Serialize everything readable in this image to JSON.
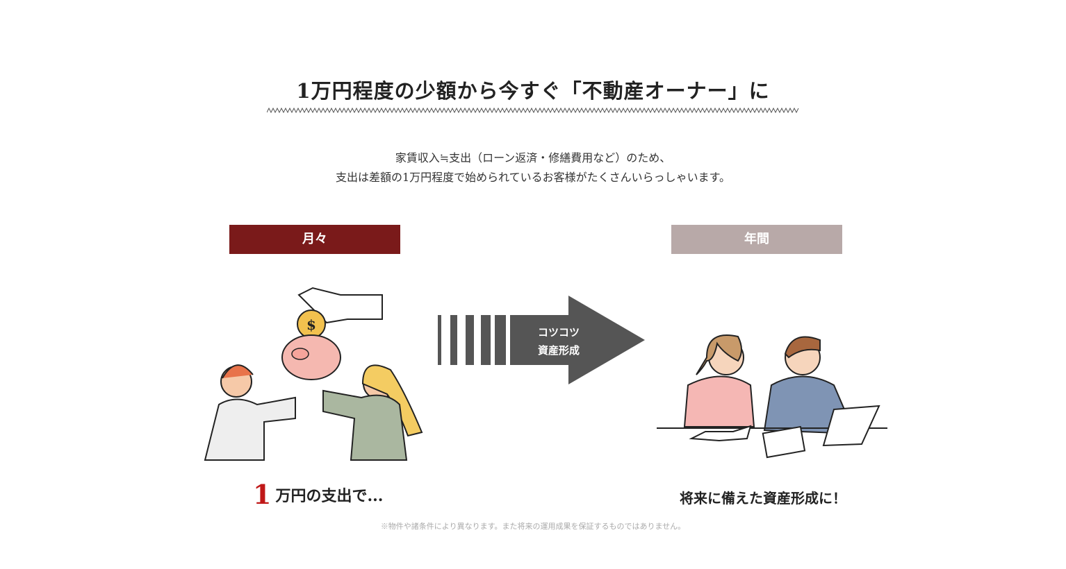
{
  "heading": "1万円程度の少額から今すぐ「不動産オーナー」に",
  "lead": [
    "家賃収入≒支出（ローン返済・修繕費用など）のため、",
    "支出は差額の1万円程度で始められているお客様がたくさんいらっしゃいます。"
  ],
  "monthly": {
    "label": "月々",
    "amount": "1",
    "caption": "万円の支出で..."
  },
  "arrow": {
    "line1": "コツコツ",
    "line2": "資産形成"
  },
  "yearly": {
    "label": "年間",
    "caption": "将来に備えた資産形成に！"
  },
  "note": "※物件や諸条件により異なります。また将来の運用成果を保証するものではありません。",
  "colors": {
    "monthly": "#7a1a1a",
    "yearly": "#b8a9a8",
    "arrow": "#555555",
    "accent": "#c01818"
  }
}
